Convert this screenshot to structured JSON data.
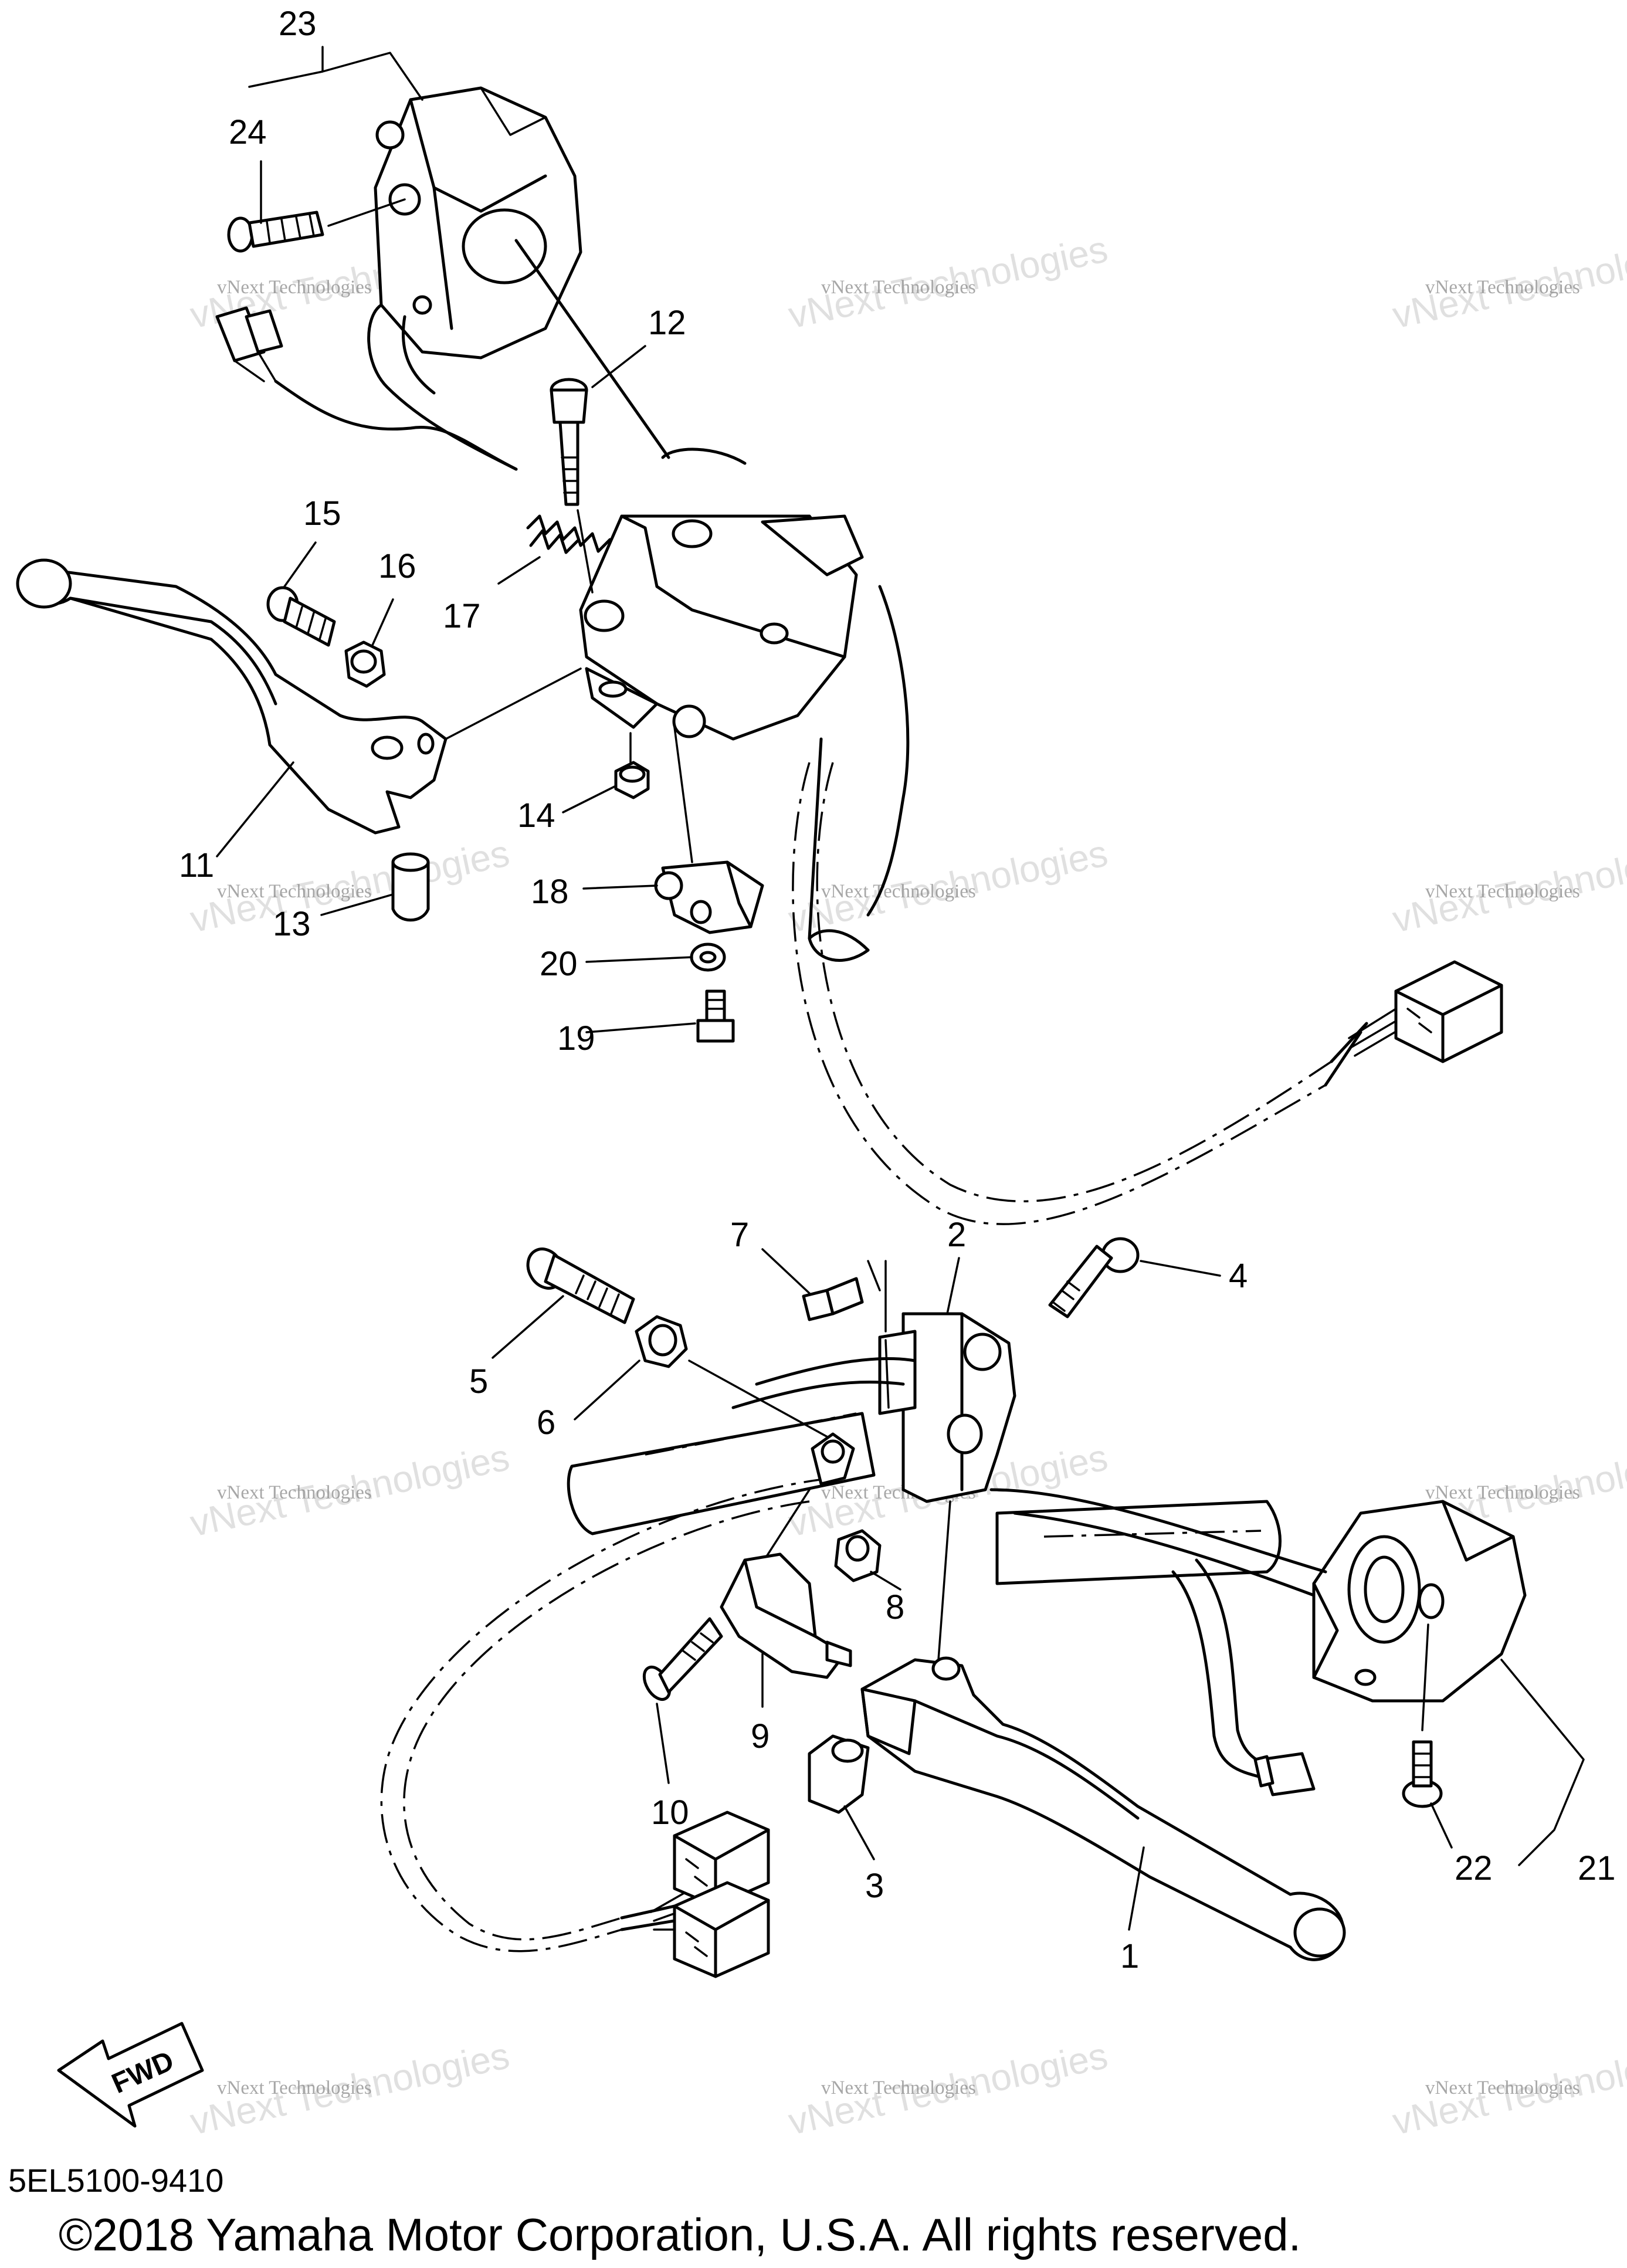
{
  "labels": {
    "p1": "1",
    "p2": "2",
    "p3": "3",
    "p4": "4",
    "p5": "5",
    "p6": "6",
    "p7": "7",
    "p8": "8",
    "p9": "9",
    "p10": "10",
    "p11": "11",
    "p12": "12",
    "p13": "13",
    "p14": "14",
    "p15": "15",
    "p16": "16",
    "p17": "17",
    "p18": "18",
    "p19": "19",
    "p20": "20",
    "p21": "21",
    "p22": "22",
    "p23": "23",
    "p24": "24"
  },
  "watermark": {
    "line1": "vNext Technologies",
    "line2": "vNext Technologies"
  },
  "fwd_badge": "FWD",
  "footer": {
    "diagram_code": "5EL5100-9410",
    "copyright": "©2018 Yamaha Motor Corporation, U.S.A. All rights reserved."
  }
}
